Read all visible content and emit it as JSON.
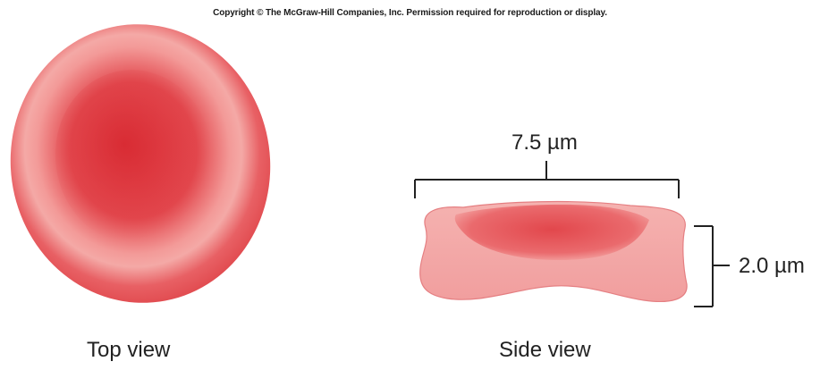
{
  "copyright": "Copyright © The McGraw-Hill Companies, Inc. Permission required for reproduction or display.",
  "labels": {
    "top_view": "Top view",
    "side_view": "Side view"
  },
  "dimensions": {
    "diameter": "7.5 µm",
    "thickness": "2.0 µm"
  },
  "colors": {
    "cell_red": "#e0474a",
    "cell_highlight": "#f7a8a6",
    "cell_side_pink": "#f3a7a6",
    "cell_side_edge": "#e57f82",
    "line": "#222222"
  }
}
